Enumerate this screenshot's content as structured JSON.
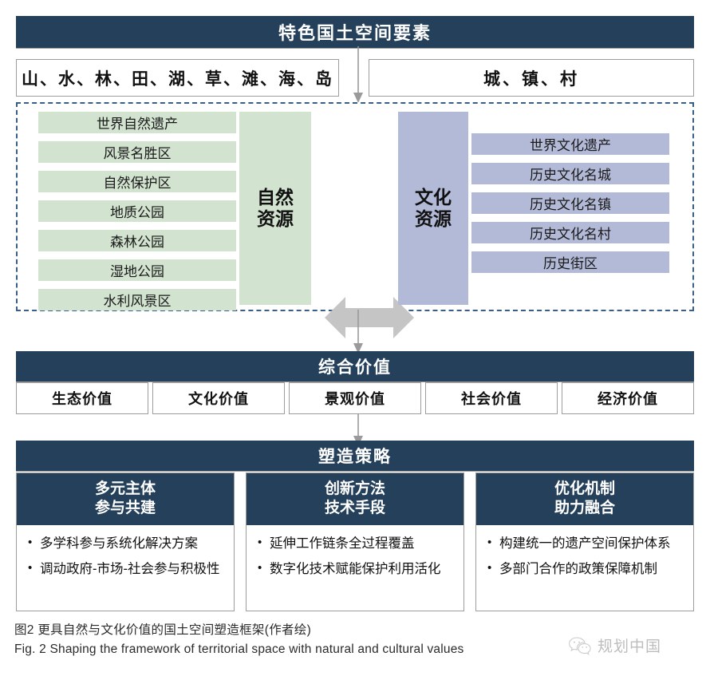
{
  "figure": {
    "title": "特色国土空间要素",
    "caption_cn": "图2  更具自然与文化价值的国土空间塑造框架(作者绘)",
    "caption_en": "Fig. 2  Shaping the framework of territorial space with natural and cultural values"
  },
  "elements_row": {
    "natural_elements": "山、水、林、田、湖、草、滩、海、岛",
    "settlement_elements": "城、镇、村"
  },
  "resources": {
    "natural_column_label": "自然\n资源",
    "natural_column_line1": "自然",
    "natural_column_line2": "资源",
    "cultural_column_line1": "文化",
    "cultural_column_line2": "资源",
    "natural_items": [
      "世界自然遗产",
      "风景名胜区",
      "自然保护区",
      "地质公园",
      "森林公园",
      "湿地公园",
      "水利风景区"
    ],
    "cultural_items": [
      "世界文化遗产",
      "历史文化名城",
      "历史文化名镇",
      "历史文化名村",
      "历史街区"
    ]
  },
  "value": {
    "title": "综合价值",
    "items": [
      "生态价值",
      "文化价值",
      "景观价值",
      "社会价值",
      "经济价值"
    ]
  },
  "strategy": {
    "title": "塑造策略",
    "cards": [
      {
        "head_line1": "多元主体",
        "head_line2": "参与共建",
        "bullets": [
          "多学科参与系统化解决方案",
          "调动政府-市场-社会参与积极性"
        ]
      },
      {
        "head_line1": "创新方法",
        "head_line2": "技术手段",
        "bullets": [
          "延伸工作链条全过程覆盖",
          "数字化技术赋能保护利用活化"
        ]
      },
      {
        "head_line1": "优化机制",
        "head_line2": "助力融合",
        "bullets": [
          "构建统一的遗产空间保护体系",
          "多部门合作的政策保障机制"
        ]
      }
    ]
  },
  "watermark": {
    "icon": "wechat-icon",
    "text": "规划中国"
  },
  "colors": {
    "navy": "#25405A",
    "green": "#D2E3D0",
    "purple": "#B3BAD7",
    "arrow_gray": "#C5C5C5",
    "dashed_border": "#3A5F86"
  }
}
